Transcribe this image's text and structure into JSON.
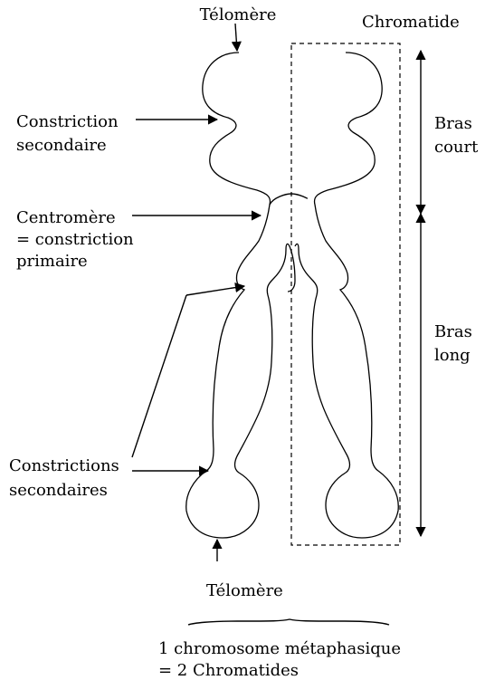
{
  "diagram": {
    "labels": {
      "telomere_top": "Télomère",
      "chromatide": "Chromatide",
      "constriction_secondaire": [
        "Constriction",
        "secondaire"
      ],
      "centromere": [
        "Centromère",
        "= constriction",
        "primaire"
      ],
      "constrictions_secondaires": [
        "Constrictions",
        "secondaires"
      ],
      "telomere_bottom": "Télomère",
      "bras_court": [
        "Bras",
        "court"
      ],
      "bras_long": [
        "Bras",
        "long"
      ]
    },
    "caption": [
      "1 chromosome métaphasique",
      "= 2 Chromatides"
    ]
  }
}
